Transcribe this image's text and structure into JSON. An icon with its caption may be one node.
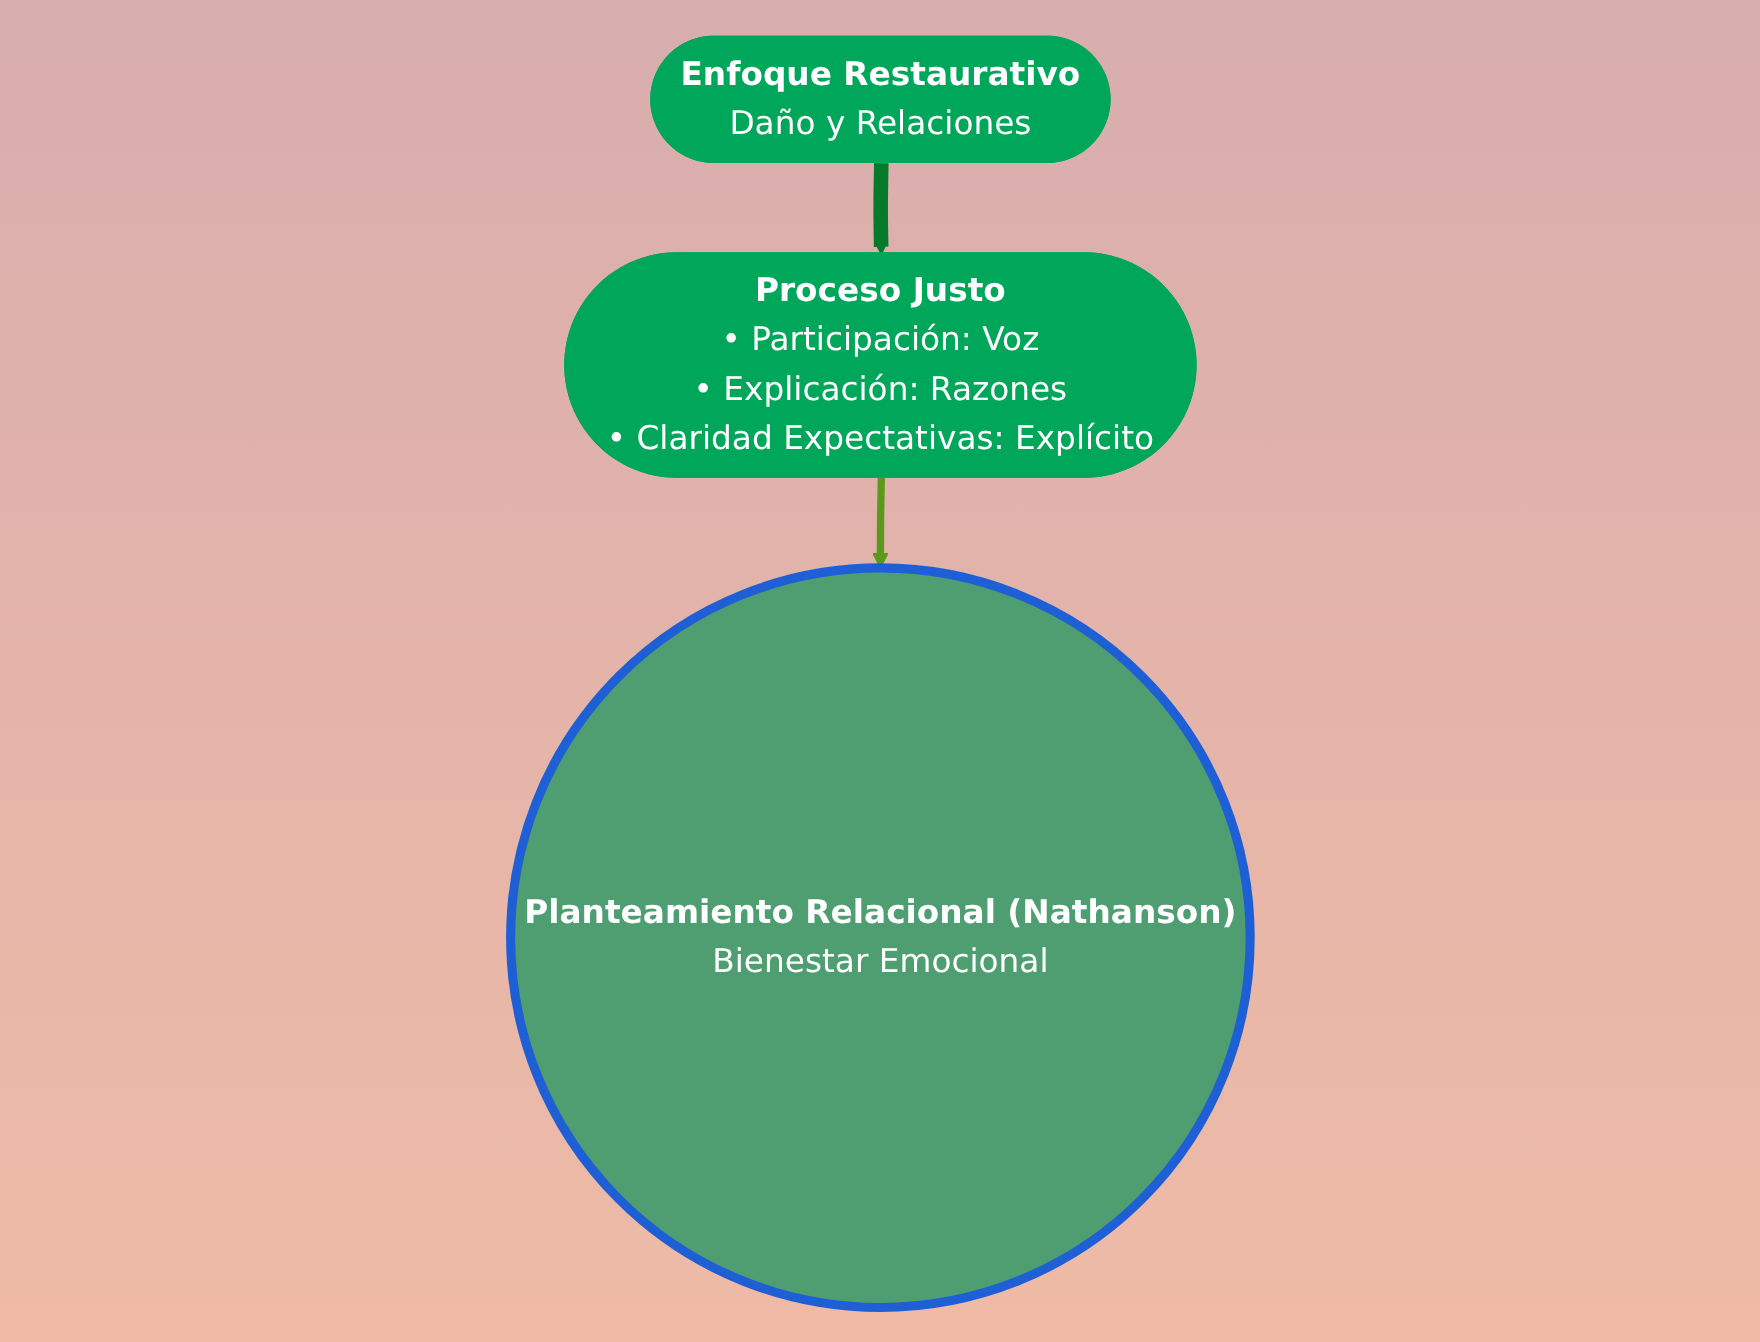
{
  "diagram": {
    "nodes": [
      {
        "text": [
          "Enfoque Restaurativo",
          "Daño y Relaciones"
        ]
      },
      {
        "text": [
          "Proceso Justo",
          "• Participación: Voz",
          "• Explicación: Razones",
          "• Claridad Expectativas: Explícito"
        ]
      },
      {
        "text": [
          "Planteamiento Relacional (Nathanson)",
          "Bienestar Emocional"
        ]
      }
    ],
    "edges": [
      {
        "from": 0,
        "to": 1,
        "arrow": "to",
        "style": "thick",
        "color": "#067a2a"
      },
      {
        "from": 1,
        "to": 2,
        "arrow": "to",
        "color": "#5a9a1a"
      }
    ]
  }
}
